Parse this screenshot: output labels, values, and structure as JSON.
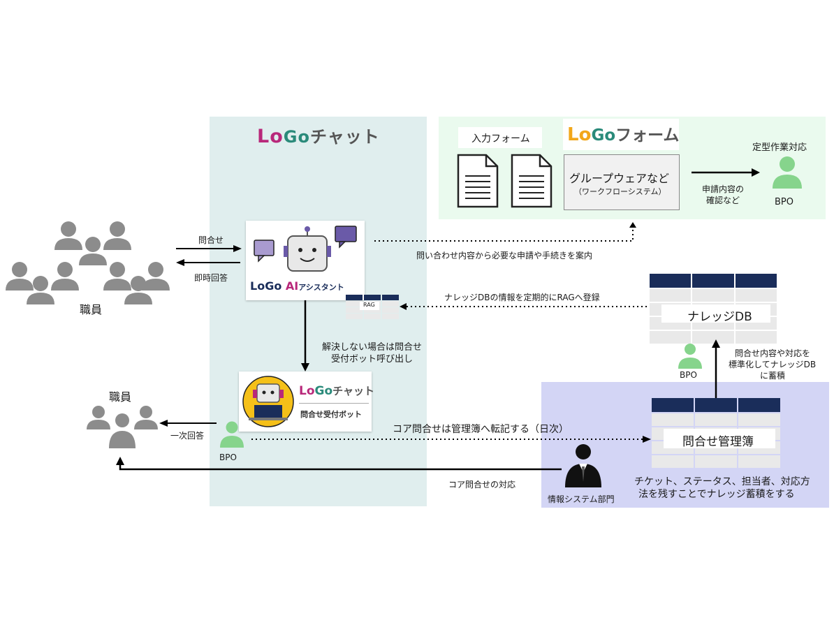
{
  "colors": {
    "navy": "#1a2d5a",
    "green_person": "#86d48c",
    "gray_person": "#8c8c8c",
    "chat_panel": "#e0eeee",
    "form_panel": "#eafaee",
    "info_panel": "#d3d5f5",
    "logo_purple": "#b8287a",
    "logo_gray": "#555555",
    "logo_orange": "#f2a71b",
    "logo_green": "#2a8a7a"
  },
  "logos": {
    "chat_title_lo": "Lo",
    "chat_title_go": "Go",
    "chat_title_rest": "チャット",
    "form_title_lo": "Lo",
    "form_title_go": "Go",
    "form_title_rest": "フォーム",
    "ai_lo": "Lo",
    "ai_go": "Go",
    "ai_ai": "AI",
    "ai_rest": "アシスタント",
    "bot_lo": "Lo",
    "bot_go": "Go",
    "bot_rest": "チャット",
    "bot_sub": "問合せ受付ボット"
  },
  "labels": {
    "input_form": "入力フォーム",
    "groupware": "グループウェアなど",
    "workflow": "（ワークフローシステム）",
    "check_line1": "申請内容の",
    "check_line2": "確認など",
    "routine": "定型作業対応",
    "bpo_top": "BPO",
    "staff_left": "職員",
    "inquiry": "問合せ",
    "instant_answer": "即時回答",
    "guide": "問い合わせ内容から必要な申請や手続きを案内",
    "knowledge_rag": "ナレッジDBの情報を定期的にRAGへ登録",
    "rag": "RAG",
    "knowledge_db": "ナレッジDB",
    "unresolved_line1": "解決しない場合は問合せ",
    "unresolved_line2": "受付ボット呼び出し",
    "standardize_line1": "問合せ内容や対応を",
    "standardize_line2": "標準化してナレッジDB",
    "standardize_line3": "に蓄積",
    "bpo_mid": "BPO",
    "staff_bottom": "職員",
    "first_answer": "一次回答",
    "bpo_bottom": "BPO",
    "core_transfer": "コア問合せは管理簿へ転記する（日次）",
    "ledger": "問合せ管理簿",
    "core_response": "コア問合せの対応",
    "it_dept": "情報システム部門",
    "ticket_line1": "チケット、ステータス、担当者、対応方",
    "ticket_line2": "法を残すことでナレッジ蓄積をする"
  }
}
